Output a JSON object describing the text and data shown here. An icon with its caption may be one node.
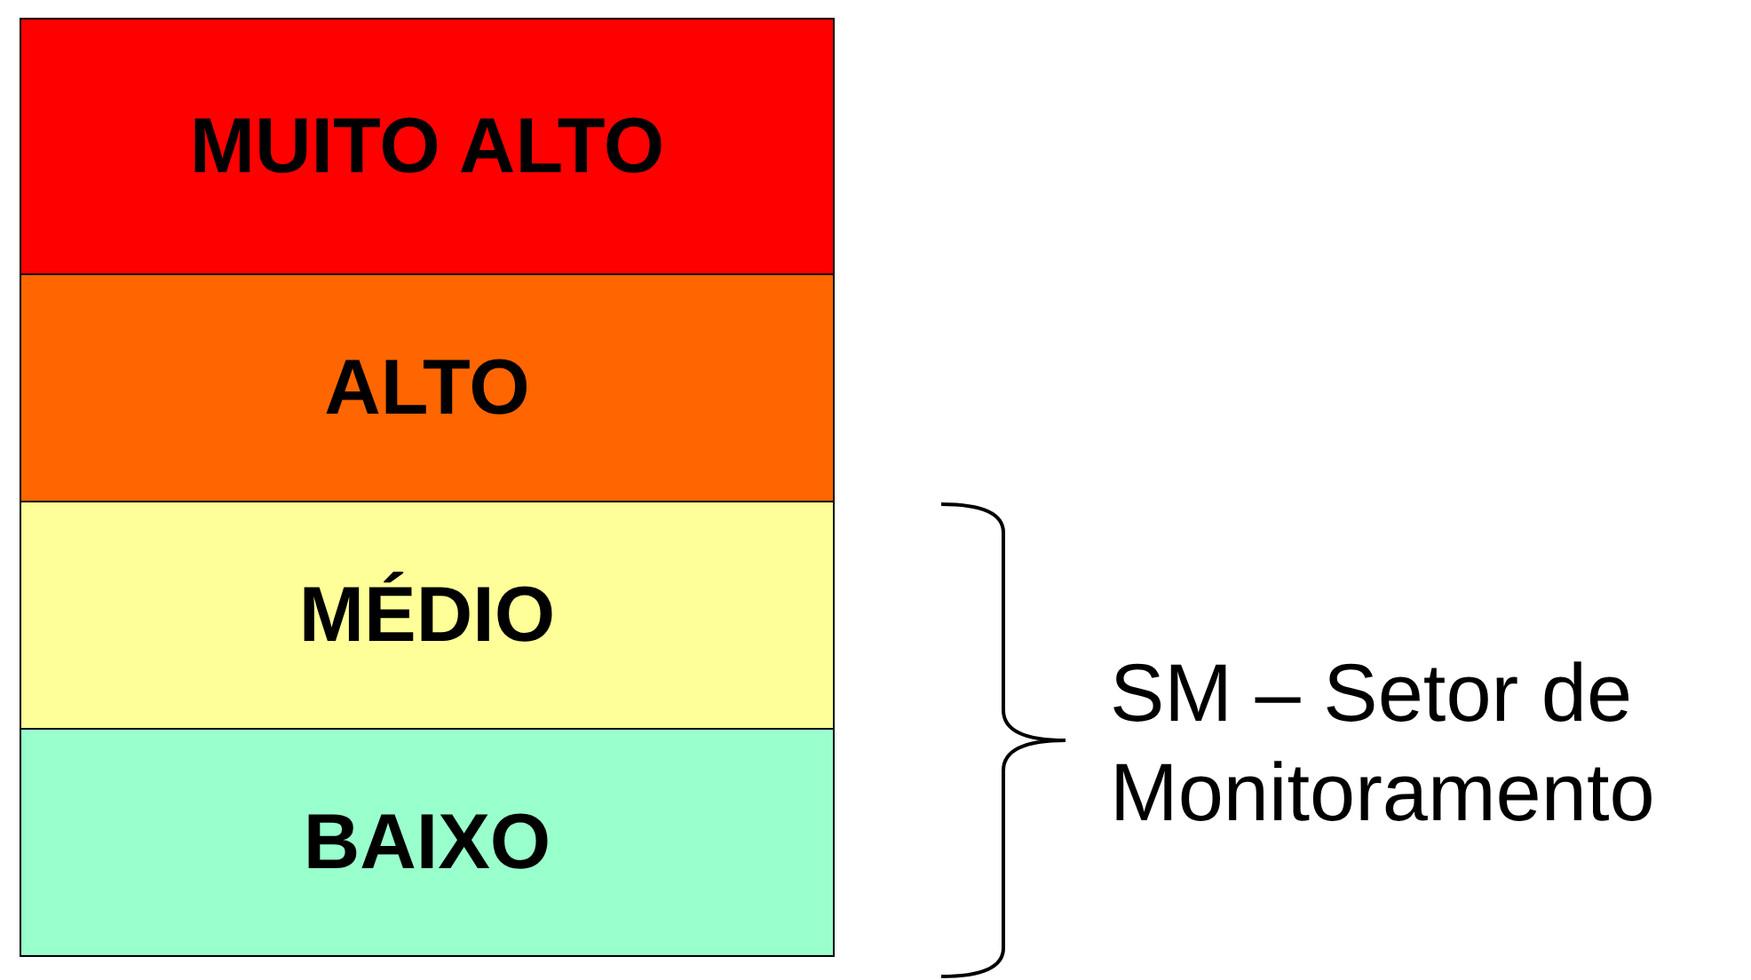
{
  "diagram": {
    "nodes": [
      {
        "text": [
          "MUITO ALTO"
        ]
      },
      {
        "text": [
          "ALTO"
        ]
      },
      {
        "text": [
          "MÉDIO"
        ]
      },
      {
        "text": [
          "BAIXO"
        ]
      }
    ],
    "labels": [
      "SM – Setor de Monitoramento"
    ]
  }
}
